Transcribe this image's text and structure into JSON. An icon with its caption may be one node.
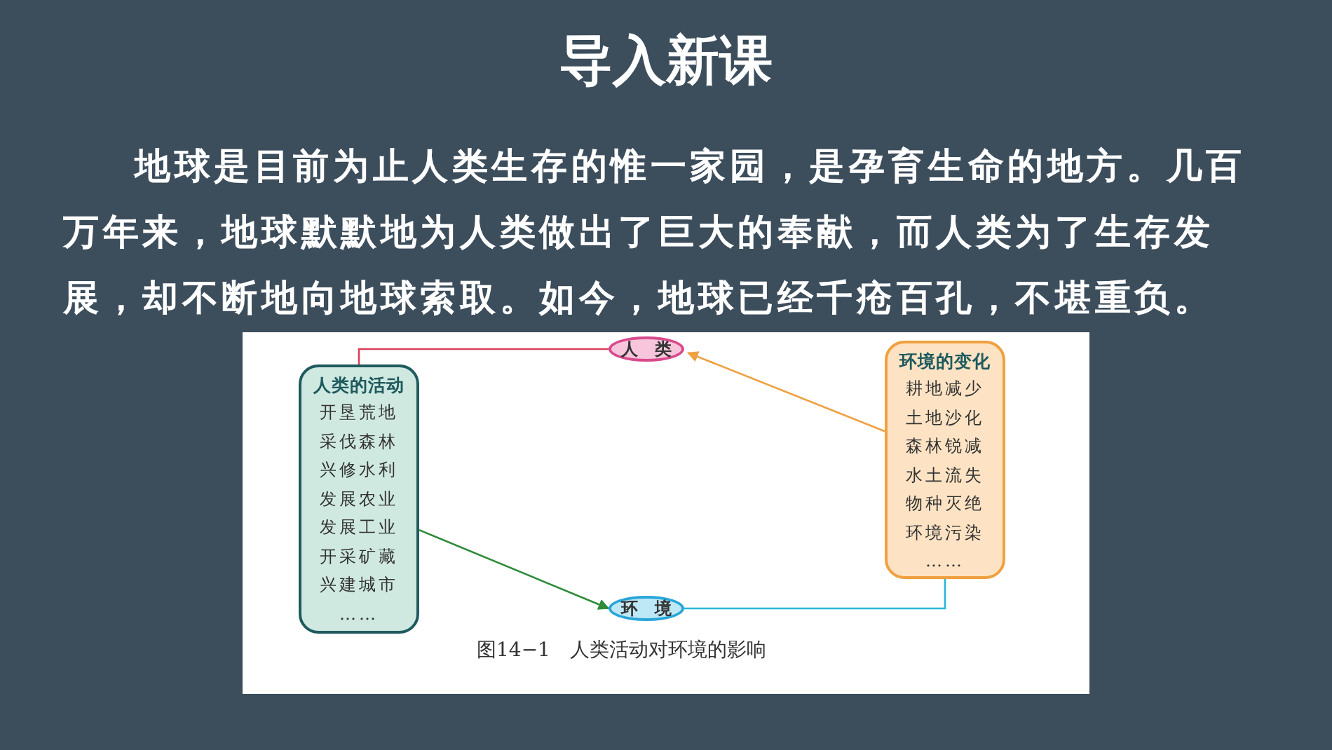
{
  "diagram": {
    "title": "导入新课",
    "caption": "图14−1　人类活动对环境的影响",
    "nodes": [
      {
        "text": [
          "人　类"
        ]
      },
      {
        "text": [
          "人类的活动",
          "开垦荒地",
          "采伐森林",
          "兴修水利",
          "发展农业",
          "发展工业",
          "开采矿藏",
          "兴建城市",
          "……"
        ]
      },
      {
        "text": [
          "环　境"
        ]
      },
      {
        "text": [
          "环境的变化",
          "耕地减少",
          "土地沙化",
          "森林锐减",
          "水土流失",
          "物种灭绝",
          "环境污染",
          "……"
        ]
      }
    ],
    "edges": [
      {
        "from": 1,
        "to": 0,
        "arrow": "none",
        "color": "#d9415a"
      },
      {
        "from": 1,
        "to": 2,
        "arrow": "to",
        "color": "#2e8b3a"
      },
      {
        "from": 3,
        "to": 0,
        "arrow": "to",
        "color": "#f0a040"
      },
      {
        "from": 3,
        "to": 2,
        "arrow": "none",
        "color": "#29b6d8"
      }
    ],
    "labels": [
      "地球是目前为止人类生存的惟一家园，是孕育生命的地方。几百万年来，地球默默地为人类做出了巨大的奉献，而人类为了生存发展，却不断地向地球索取。如今，地球已经千疮百孔，不堪重负。"
    ]
  }
}
